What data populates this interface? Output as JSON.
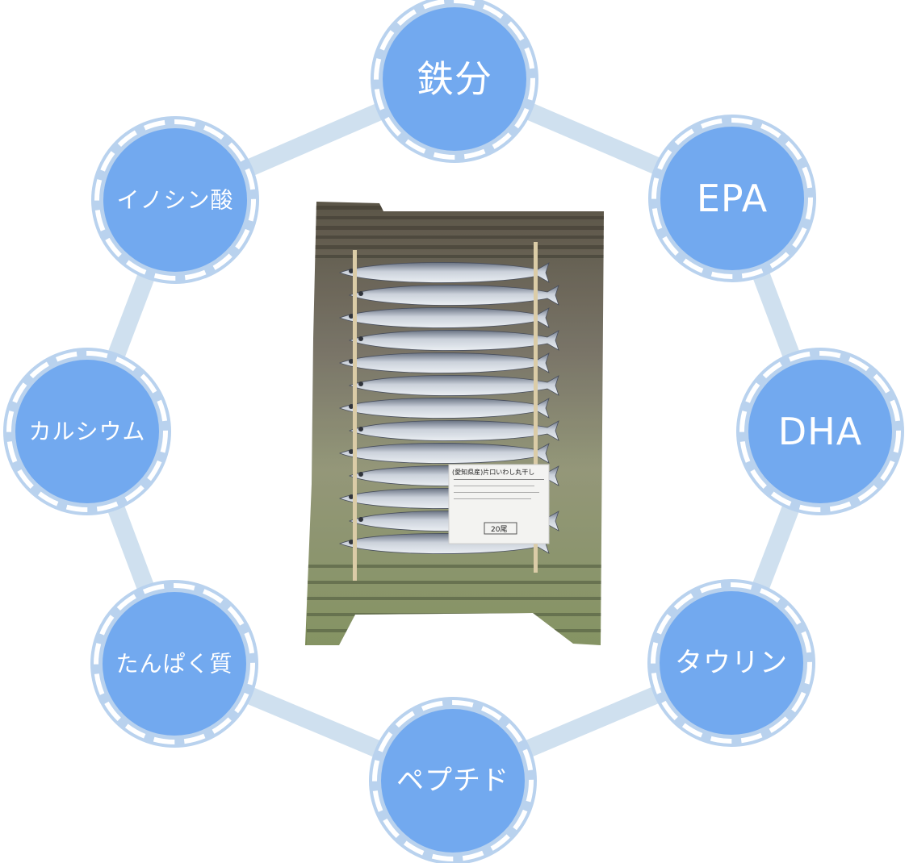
{
  "diagram": {
    "colors": {
      "ring": "#cfe0ef",
      "node_fill": "#72a9ef",
      "node_border": "#b9d2ee",
      "node_dash": "#ffffff"
    },
    "nodes": [
      {
        "id": "iron",
        "label": "鉄分"
      },
      {
        "id": "epa",
        "label": "EPA"
      },
      {
        "id": "dha",
        "label": "DHA"
      },
      {
        "id": "taurine",
        "label": "タウリン"
      },
      {
        "id": "peptide",
        "label": "ペプチド"
      },
      {
        "id": "protein",
        "label": "たんぱく質"
      },
      {
        "id": "calcium",
        "label": "カルシウム"
      },
      {
        "id": "inosinic",
        "label": "イノシン酸"
      }
    ],
    "center_image": {
      "subject": "vacuum-packed skewered sardines (maruboshi iwashi)",
      "label_text": [
        "(愛知県産)片口いわし丸干し",
        "20尾"
      ]
    }
  }
}
